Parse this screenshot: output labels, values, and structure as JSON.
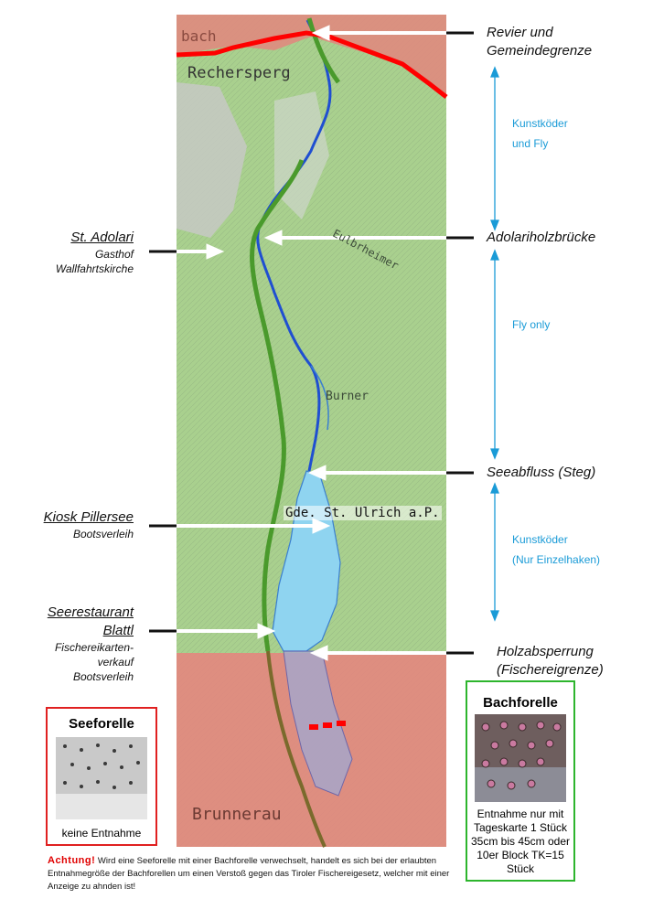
{
  "map": {
    "place_labels": {
      "top_left": "bach",
      "top_village": "Rechersperg",
      "upper_right": "Eulbrheimer",
      "middle_right": "Burner",
      "lake_municipality": "Gde. St. Ulrich a.P.",
      "bottom": "Brunnerau"
    },
    "colors": {
      "topo_green": "#a9d08e",
      "restricted_zone": "#e3867e",
      "lake": "#8fd4f0",
      "river": "#1f4fd1",
      "path": "#4a9a2c",
      "boundary": "#ff0000",
      "arrow": "#ffffff"
    }
  },
  "right_labels": {
    "revier": [
      "Revier und",
      "Gemeindegrenze"
    ],
    "adolari_bridge": "Adolariholzbrücke",
    "seeabfluss": "Seeabfluss (Steg)",
    "holzabsperrung": [
      "Holzabsperrung",
      "(Fischereigrenze)"
    ]
  },
  "zones": {
    "zone1": [
      "Kunstköder",
      "und Fly"
    ],
    "zone2": "Fly only",
    "zone3": [
      "Kunstköder",
      "(Nur Einzelhaken)"
    ]
  },
  "left_labels": {
    "st_adolari": {
      "title": "St. Adolari",
      "lines": [
        "Gasthof",
        "Wallfahrtskirche"
      ]
    },
    "kiosk": {
      "title": "Kiosk Pillersee",
      "lines": [
        "Bootsverleih"
      ]
    },
    "seerestaurant": {
      "title": [
        "Seerestaurant",
        "Blattl"
      ],
      "lines": [
        "Fischereikarten-",
        "verkauf",
        "Bootsverleih"
      ]
    }
  },
  "seeforelle_box": {
    "title": "Seeforelle",
    "caption": "keine Entnahme",
    "border_color": "#e02020"
  },
  "bachforelle_box": {
    "title": "Bachforelle",
    "caption": [
      "Entnahme nur mit",
      "Tageskarte  1 Stück",
      "35cm bis 45cm oder",
      "10er Block TK=15",
      "Stück"
    ],
    "border_color": "#2db52d"
  },
  "notice": {
    "warning": "Achtung!",
    "text": " Wird eine Seeforelle mit einer Bachforelle verwechselt, handelt es sich bei der erlaubten Entnahmegröße der Bachforellen um einen Verstoß gegen das Tiroler Fischereigesetz, welcher mit einer Anzeige zu ahnden ist!"
  }
}
